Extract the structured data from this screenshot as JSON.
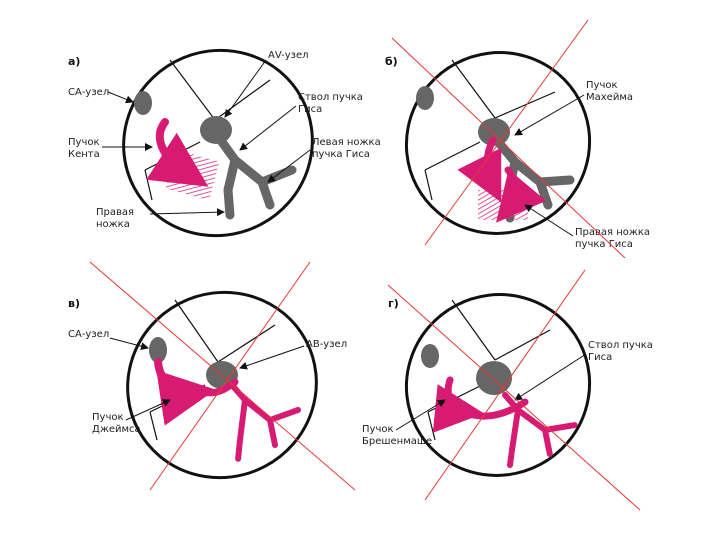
{
  "panels": {
    "a": {
      "letter": "а)",
      "labels": {
        "av_node": "АV-узел",
        "sa_node": "СА-узел",
        "his_trunk_1": "Ствол пучка",
        "his_trunk_2": "Гиса",
        "kent_1": "Пучок",
        "kent_2": "Кента",
        "left_bundle_1": "Левая ножка",
        "left_bundle_2": "пучка Гиса",
        "right_bundle_1": "Правая",
        "right_bundle_2": "ножка"
      }
    },
    "b": {
      "letter": "б)",
      "labels": {
        "mahaim_1": "Пучок",
        "mahaim_2": "Махейма",
        "right_bundle_1": "Правая ножка",
        "right_bundle_2": "пучка Гиса"
      }
    },
    "v": {
      "letter": "в)",
      "labels": {
        "sa_node": "СА-узел",
        "av_node": "АВ-узел",
        "james_1": "Пучок",
        "james_2": "Джеймса"
      }
    },
    "g": {
      "letter": "г)",
      "labels": {
        "his_trunk_1": "Ствол пучка",
        "his_trunk_2": "Гиса",
        "breschenmache_1": "Пучок",
        "breschenmache_2": "Брешенмаше"
      }
    }
  },
  "colors": {
    "accent": "#d81b72",
    "node": "#666666",
    "outline": "#111111",
    "crossout": "#e53935"
  }
}
